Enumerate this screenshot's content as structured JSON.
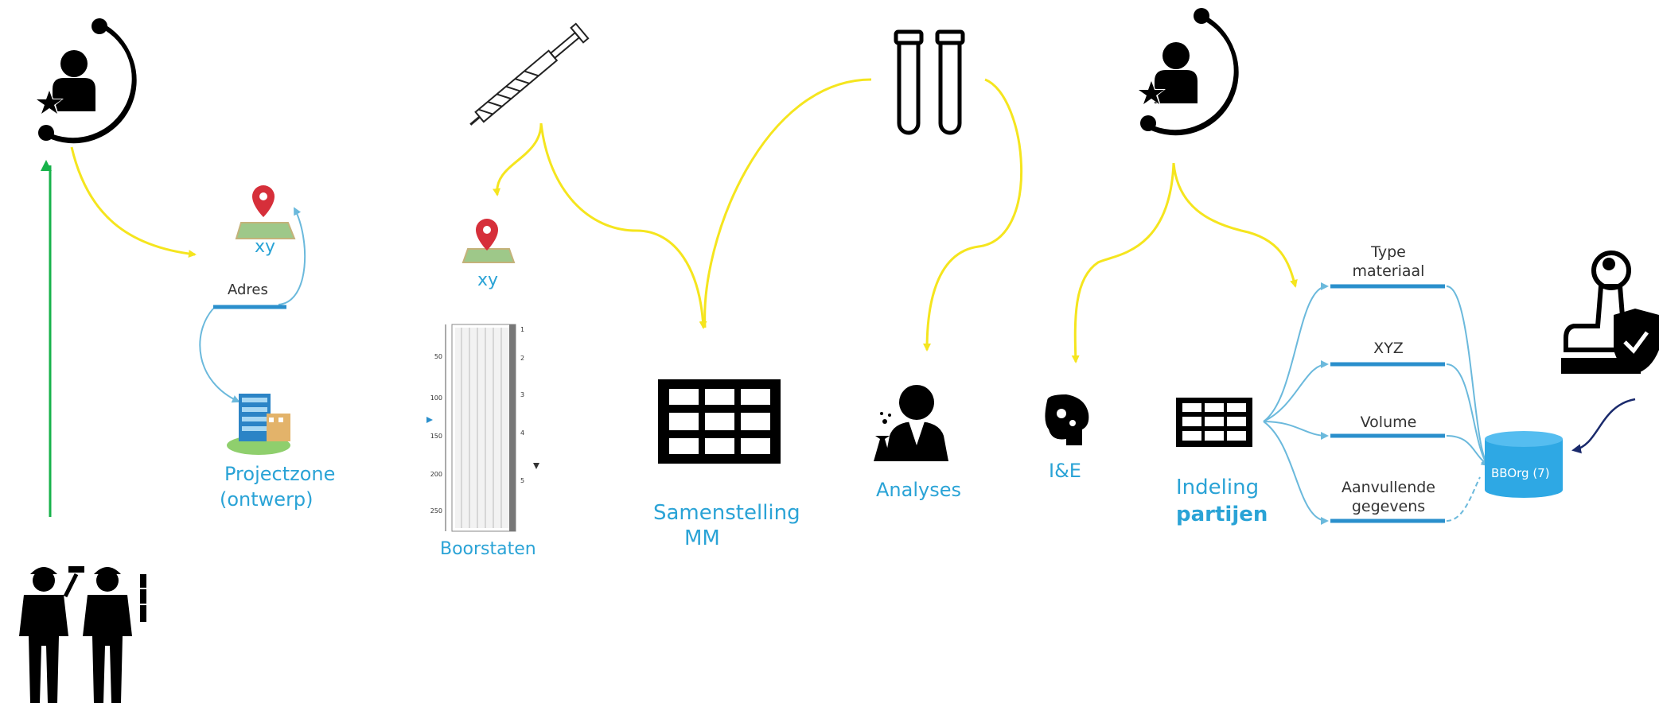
{
  "colors": {
    "label_blue": "#2aa3d6",
    "arrow_yellow": "#f5e51e",
    "arrow_green": "#17b24a",
    "arrow_navy": "#1a2a6c",
    "flow_blue": "#6bb9dc",
    "pin_red": "#d62f3a"
  },
  "labels": {
    "xy_left": "xy",
    "adres": "Adres",
    "projectzone_1": "Projectzone",
    "projectzone_2": "(ontwerp)",
    "xy_mid": "xy",
    "boorstaten": "Boorstaten",
    "samenstelling_1": "Samenstelling",
    "samenstelling_2": "MM",
    "analyses": "Analyses",
    "ie": "I&E",
    "indeling_1": "Indeling",
    "indeling_2": "partijen",
    "type_1": "Type",
    "type_2": "materiaal",
    "xyz": "XYZ",
    "volume": "Volume",
    "aanvullende_1": "Aanvullende",
    "aanvullende_2": "gegevens",
    "db": "BBOrg (7)"
  },
  "log_axis_ticks": [
    "50",
    "100",
    "150",
    "200",
    "250"
  ],
  "log_right_ticks": [
    "1",
    "2",
    "3",
    "4",
    "5"
  ],
  "icons": [
    "user-cycle-icon",
    "workers-icon",
    "auger-icon",
    "test-tubes-icon",
    "map-pin-icon",
    "building-icon",
    "table-icon",
    "scientist-icon",
    "brain-gears-icon",
    "database-icon",
    "stamp-shield-icon"
  ]
}
